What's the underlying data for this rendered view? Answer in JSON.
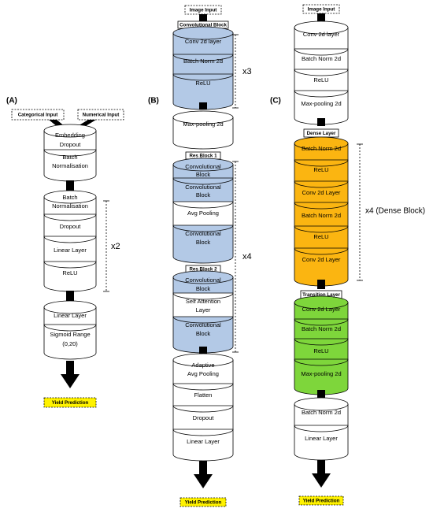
{
  "colors": {
    "blue": "#b3c9e6",
    "orange": "#fbb511",
    "green": "#7ed63b",
    "white": "#ffffff",
    "yellow_label": "#fff200",
    "stroke": "#000000"
  },
  "panels": {
    "a": {
      "label": "(A)",
      "categorical_input": "Categorical Input",
      "numerical_input": "Numerical Input",
      "embedding": "Embedding",
      "dropout_top": "Dropout",
      "batch": "Batch",
      "normalisation": "Normalisation",
      "batch2": "Batch",
      "normalisation2": "Normalisation",
      "dropout": "Dropout",
      "linear": "Linear Layer",
      "relu": "ReLU",
      "repeat": "x2",
      "linear2": "Linear Layer",
      "sigmoid": "Sigmoid Range",
      "sigmoid_range": "(0,20)",
      "output": "Yield Prediction"
    },
    "b": {
      "label": "(B)",
      "image_input": "Image Input",
      "conv_block_header": "Convolutional Block",
      "conv2d": "Conv 2d layer",
      "batchnorm": "Batch Norm 2d",
      "relu": "ReLU",
      "repeat_top": "x3",
      "maxpool": "Max-pooling 2d",
      "res_block_1": "Res Block 1",
      "res1_conv1_line1": "Convolutional",
      "res1_conv1_line2": "Block",
      "res1_conv2_line1": "Convolutional",
      "res1_conv2_line2": "Block",
      "avg_pool": "Avg Pooling",
      "res1_conv3_line1": "Convolutional",
      "res1_conv3_line2": "Block",
      "repeat_mid": "x4",
      "res_block_2": "Res Block 2",
      "res2_conv1_line1": "Convolutional",
      "res2_conv1_line2": "Block",
      "self_attn_line1": "Self Attention",
      "self_attn_line2": "Layer",
      "res2_conv2_line1": "Convolutional",
      "res2_conv2_line2": "Block",
      "adaptive_line1": "Adaptive",
      "adaptive_line2": "Avg Pooling",
      "flatten": "Flatten",
      "dropout": "Dropout",
      "linear": "Linear Layer",
      "output": "Yield Prediction"
    },
    "c": {
      "label": "(C)",
      "image_input": "Image Input",
      "conv2d": "Conv 2d layer",
      "batchnorm": "Batch Norm 2d",
      "relu": "ReLU",
      "maxpool": "Max-pooling 2d",
      "dense_layer": "Dense Layer",
      "d_batchnorm1": "Batch Norm 2d",
      "d_relu1": "ReLU",
      "d_conv1": "Conv 2d Layer",
      "d_batchnorm2": "Batch Norm 2d",
      "d_relu2": "ReLU",
      "d_conv2": "Conv 2d Layer",
      "repeat": "x4  (Dense Block)",
      "transition_layer": "Transition Layer",
      "t_conv": "Conv 2d Layer",
      "t_batchnorm": "Batch Norm 2d",
      "t_relu": "ReLU",
      "t_maxpool": "Max-pooling 2d",
      "f_batchnorm": "Batch Norm 2d",
      "f_linear": "Linear Layer",
      "output": "Yield Prediction"
    }
  }
}
